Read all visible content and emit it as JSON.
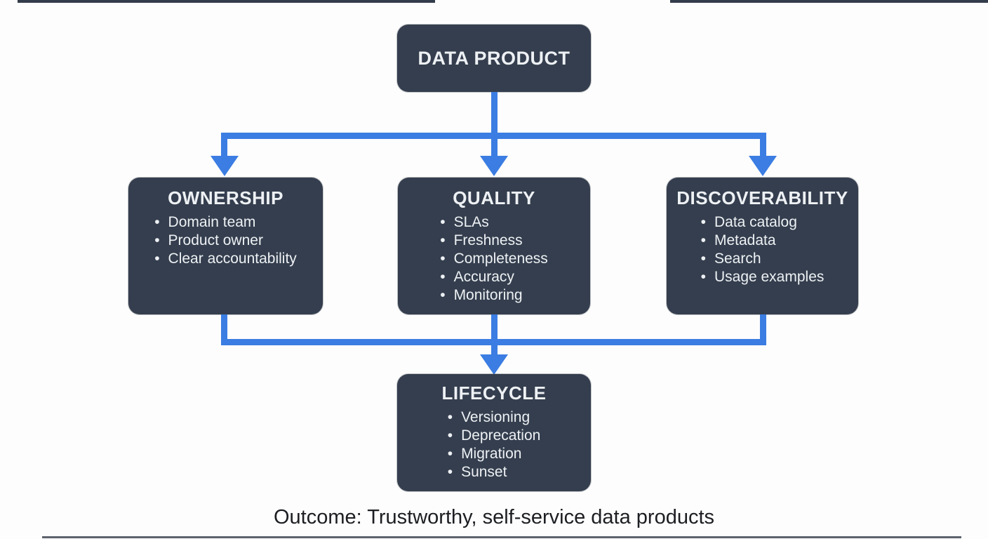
{
  "colors": {
    "background": "#fdfdfd",
    "box_bg": "#343e4e",
    "box_text": "#eef1f4",
    "arrow": "#3b7de2",
    "caption_text": "#1c1e22",
    "edge_artifact": "#333c4a"
  },
  "diagram": {
    "root_title": "DATA PRODUCT",
    "cards": [
      {
        "title": "OWNERSHIP",
        "items": [
          "Domain team",
          "Product owner",
          "Clear accountability"
        ]
      },
      {
        "title": "QUALITY",
        "items": [
          "SLAs",
          "Freshness",
          "Completeness",
          "Accuracy",
          "Monitoring"
        ]
      },
      {
        "title": "DISCOVERABILITY",
        "items": [
          "Data catalog",
          "Metadata",
          "Search",
          "Usage examples"
        ]
      },
      {
        "title": "LIFECYCLE",
        "items": [
          "Versioning",
          "Deprecation",
          "Migration",
          "Sunset"
        ]
      }
    ],
    "caption": "Outcome: Trustworthy, self-service data products"
  }
}
